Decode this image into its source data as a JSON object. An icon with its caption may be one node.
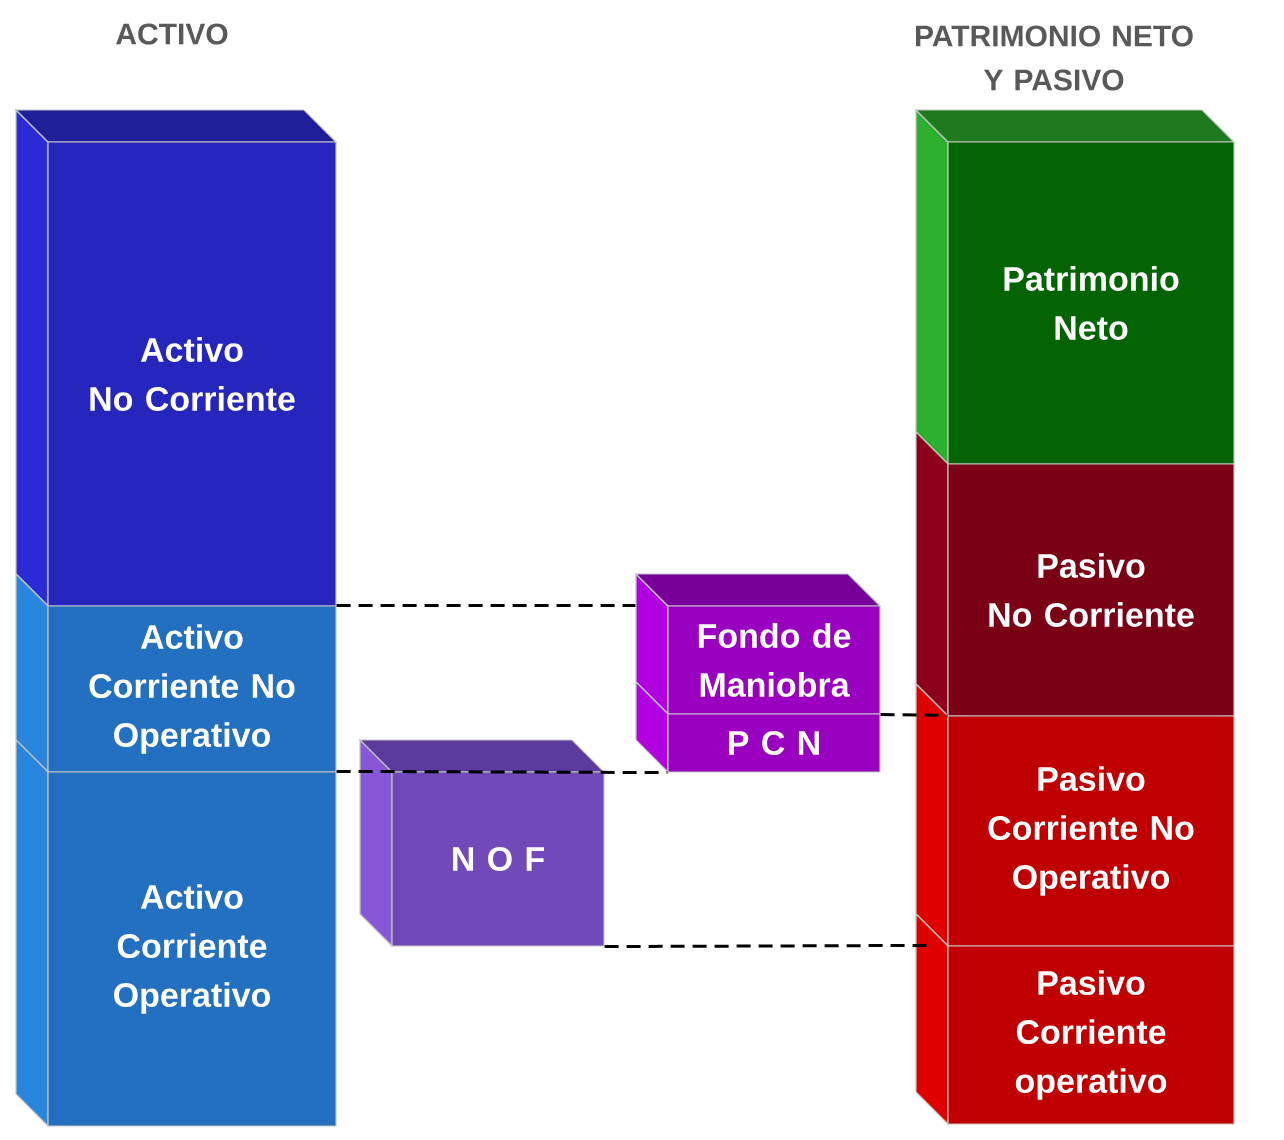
{
  "diagram": {
    "nodes": [
      {
        "text": [
          "Activo No Corriente"
        ]
      },
      {
        "text": [
          "Activo Corriente No Operativo"
        ]
      },
      {
        "text": [
          "Activo Corriente Operativo"
        ]
      },
      {
        "text": [
          "Fondo de Maniobra"
        ]
      },
      {
        "text": [
          "P C N"
        ]
      },
      {
        "text": [
          "N O F"
        ]
      },
      {
        "text": [
          "Patrimonio Neto"
        ]
      },
      {
        "text": [
          "Pasivo No Corriente"
        ]
      },
      {
        "text": [
          "Pasivo Corriente No Operativo"
        ]
      },
      {
        "text": [
          "Pasivo Corriente operativo"
        ]
      }
    ],
    "edges": [
      {
        "from": 1,
        "to": 3,
        "arrow": "none",
        "style": "dashed"
      },
      {
        "from": 2,
        "to": 4,
        "arrow": "none",
        "style": "dashed"
      },
      {
        "from": 3,
        "to": 8,
        "arrow": "none",
        "style": "dashed"
      },
      {
        "from": 5,
        "to": 9,
        "arrow": "none",
        "style": "dashed"
      }
    ],
    "labels": [
      "ACTIVO",
      "PATRIMONIO NETO Y PASIVO"
    ]
  }
}
